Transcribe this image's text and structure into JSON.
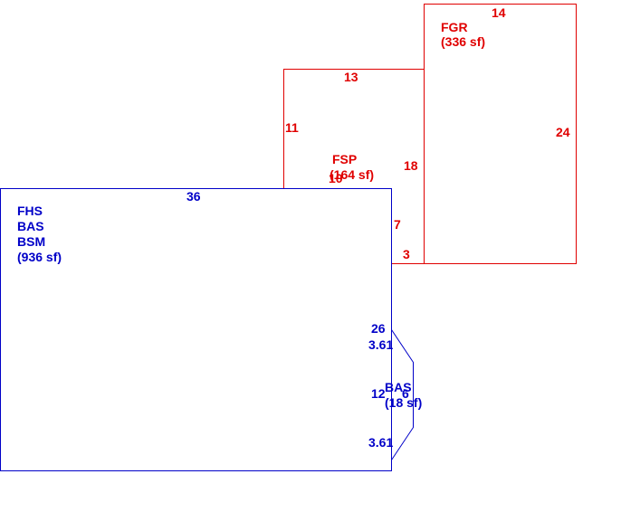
{
  "colors": {
    "red": "#e00000",
    "blue": "#0000c8",
    "background": "#ffffff"
  },
  "sketch": {
    "fgr": {
      "name": "FGR",
      "area": "(336 sf)",
      "top_dim": "14",
      "right_dim": "24"
    },
    "fsp": {
      "name": "FSP",
      "area": "(164 sf)",
      "overlap_dim": "10",
      "top_dim": "13",
      "left_dim": "11",
      "right_dim": "18",
      "lower_right_dim": "7",
      "bottom_right_dim": "3"
    },
    "main": {
      "line1": "FHS",
      "line2": "BAS",
      "line3": "BSM",
      "area": "(936 sf)",
      "top_dim": "36",
      "right_dim": "26"
    },
    "bay": {
      "name": "BAS",
      "area": "(18 sf)",
      "upper_diag_dim": "3.61",
      "lower_diag_dim": "3.61",
      "left_dim": "12",
      "right_dim": "6"
    }
  }
}
